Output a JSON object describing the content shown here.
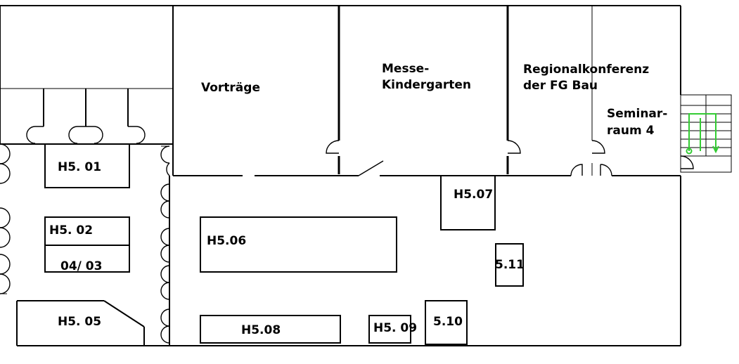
{
  "floorplan": {
    "labels": {
      "vortraege": "Vorträge",
      "messe_1": "Messe-",
      "messe_2": "Kindergarten",
      "regional_1": "Regionalkonferenz",
      "regional_2": "der FG Bau",
      "seminar_1": "Seminar-",
      "seminar_2": "raum 4"
    },
    "rooms": {
      "h501": "H5. 01",
      "h502": "H5. 02",
      "h503": "04/ 03",
      "h505": "H5. 05",
      "h506": "H5.06",
      "h507": "H5.07",
      "h508": "H5.08",
      "h509": "H5. 09",
      "r510": "5.10",
      "r511": "5.11"
    },
    "colors": {
      "walls": "#000000",
      "route": "#33cc33",
      "background": "#ffffff"
    }
  }
}
